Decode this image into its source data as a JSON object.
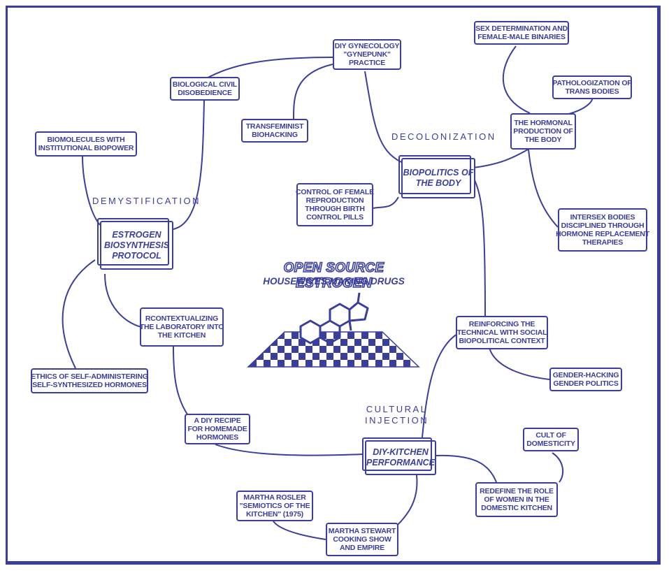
{
  "title": {
    "line1": "OPEN SOURCE ESTROGEN",
    "line2": "HOUSEWIVES MAKING DRUGS"
  },
  "categories": {
    "demystification": "DEMYSTIFICATION",
    "decolonization": "DECOLONIZATION",
    "cultural_injection": "CULTURAL\nINJECTION"
  },
  "hubs": {
    "estrogen": "ESTROGEN\nBIOSYNTHESIS\nPROTOCOL",
    "biopolitics": "BIOPOLITICS OF\nTHE BODY",
    "kitchen": "DIY-KITCHEN\nPERFORMANCE"
  },
  "nodes": {
    "diy_gyno": "DIY GYNECOLOGY\n\"GYNEPUNK\"\nPRACTICE",
    "sex_determination": "SEX DETERMINATION AND\nFEMALE-MALE BINARIES",
    "pathologization": "PATHOLOGIZATION OF\nTRANS BODIES",
    "civil_disobedience": "BIOLOGICAL CIVIL\nDISOBEDIENCE",
    "transfeminist": "TRANSFEMINIST\nBIOHACKING",
    "hormonal_production": "THE HORMONAL\nPRODUCTION OF\nTHE BODY",
    "biomolecules": "BIOMOLECULES WITH\nINSTITUTIONAL BIOPOWER",
    "control_female": "CONTROL OF FEMALE\nREPRODUCTION\nTHROUGH BIRTH\nCONTROL PILLS",
    "intersex": "INTERSEX BODIES\nDISCIPLINED THROUGH\nHORMONE REPLACEMENT\nTHERAPIES",
    "recontextualizing": "RCONTEXTUALIZING\nTHE LABORATORY INTO\nTHE KITCHEN",
    "reinforcing": "REINFORCING THE\nTECHNICAL WITH SOCIAL\nBIOPOLITICAL CONTEXT",
    "gender_hacking": "GENDER-HACKING\nGENDER POLITICS",
    "ethics": "ETHICS OF SELF-ADMINISTERING\nSELF-SYNTHESIZED HORMONES",
    "diy_recipe": "A DIY RECIPE\nFOR HOMEMADE\nHORMONES",
    "cult_domesticity": "CULT OF\nDOMESTICITY",
    "redefine_role": "REDEFINE THE ROLE\nOF WOMEN IN THE\nDOMESTIC KITCHEN",
    "rosler": "MARTHA ROSLER\n\"SEMIOTICS OF THE\nKITCHEN\" (1975)",
    "stewart": "MARTHA STEWART\nCOOKING SHOW\nAND EMPIRE"
  },
  "colors": {
    "ink": "#3a3e9c",
    "background": "#ffffff"
  }
}
